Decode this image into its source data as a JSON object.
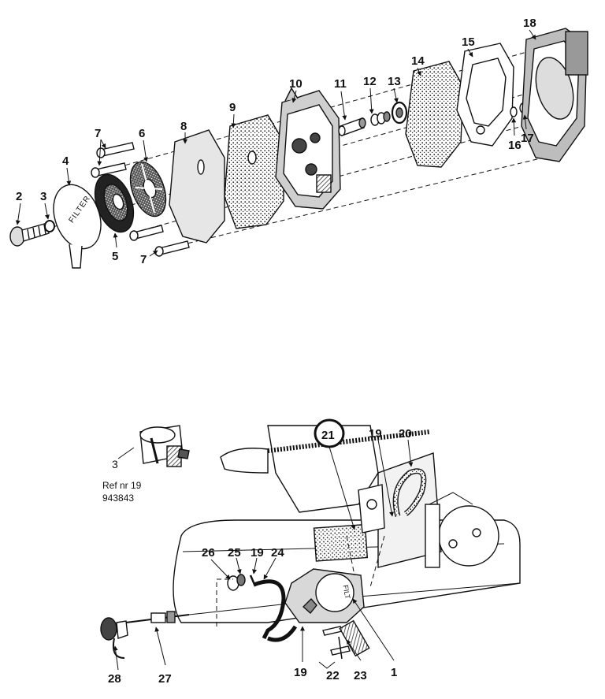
{
  "diagram": {
    "top_callouts": {
      "c2": "2",
      "c3": "3",
      "c4": "4",
      "c5": "5",
      "c6": "6",
      "c7a": "7",
      "c7b": "7",
      "c8": "8",
      "c9": "9",
      "c10": "10",
      "c11": "11",
      "c12": "12",
      "c13": "13",
      "c14": "14",
      "c15": "15",
      "c16": "16",
      "c17": "17",
      "c18": "18"
    },
    "bottom_callouts": {
      "c1": "1",
      "c19a": "19",
      "c19b": "19",
      "c19c": "19",
      "c20": "20",
      "c21": "21",
      "c22": "22",
      "c23": "23",
      "c24": "24",
      "c25": "25",
      "c26": "26",
      "c27": "27",
      "c28": "28"
    },
    "filter_cap_text": "FILTER",
    "pump_body_text": "FILT",
    "inset": {
      "number": "3",
      "ref_line1": "Ref nr 19",
      "ref_line2": "943843"
    }
  }
}
